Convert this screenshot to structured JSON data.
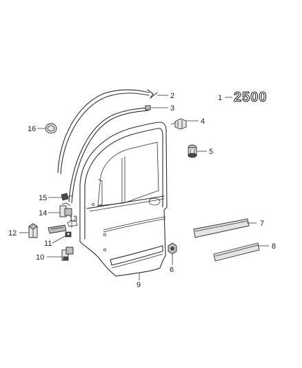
{
  "badge": {
    "text": "2500"
  },
  "callouts": [
    {
      "id": "1",
      "label": "1"
    },
    {
      "id": "2",
      "label": "2"
    },
    {
      "id": "3",
      "label": "3"
    },
    {
      "id": "4",
      "label": "4"
    },
    {
      "id": "5",
      "label": "5"
    },
    {
      "id": "6",
      "label": "6"
    },
    {
      "id": "7",
      "label": "7"
    },
    {
      "id": "8",
      "label": "8"
    },
    {
      "id": "9",
      "label": "9"
    },
    {
      "id": "10",
      "label": "10"
    },
    {
      "id": "11",
      "label": "11"
    },
    {
      "id": "12",
      "label": "12"
    },
    {
      "id": "13",
      "label": "13"
    },
    {
      "id": "14",
      "label": "14"
    },
    {
      "id": "15",
      "label": "15"
    },
    {
      "id": "16",
      "label": "16"
    }
  ]
}
